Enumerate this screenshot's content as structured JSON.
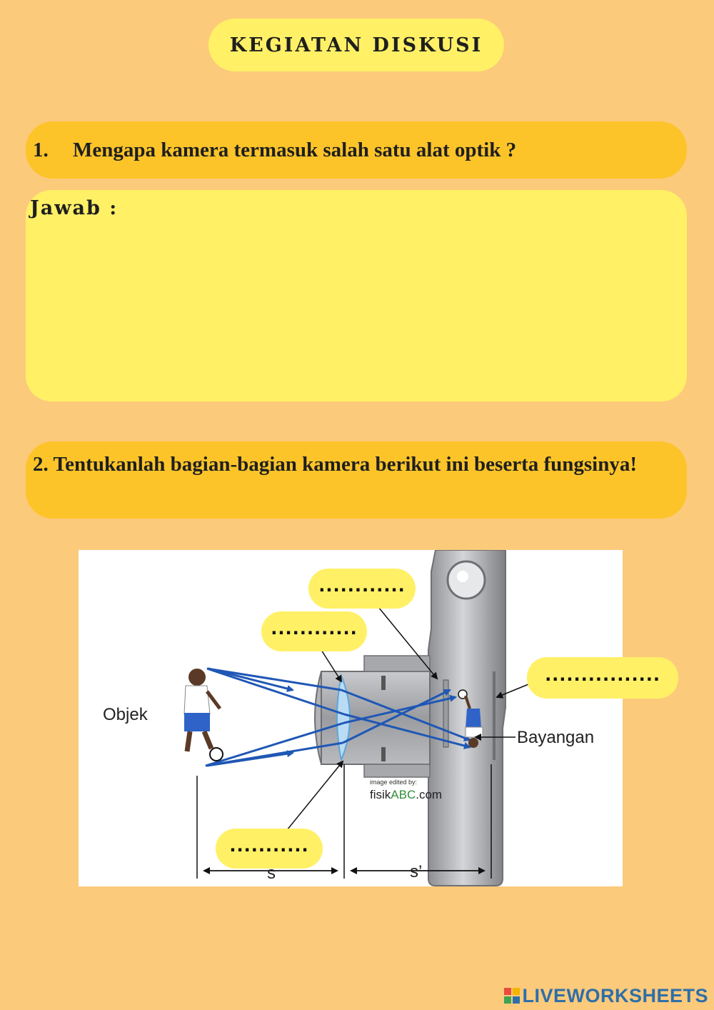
{
  "header": {
    "title": "KEGIATAN DISKUSI"
  },
  "question1": {
    "number": "1.",
    "text": "Mengapa kamera termasuk salah satu alat optik ?"
  },
  "answer": {
    "label": "Jawab :"
  },
  "question2": {
    "text": "2. Tentukanlah bagian-bagian kamera berikut ini beserta fungsinya!"
  },
  "diagram": {
    "object_label": "Objek",
    "image_label": "Bayangan",
    "s_label": "s",
    "s_prime_label": "s’",
    "credit_small": "image edited by:",
    "credit_prefix": "fisik",
    "credit_highlight": "ABC",
    "credit_suffix": ".com",
    "credit_highlight_color": "#2f8f3a",
    "ray_color": "#1f57b5",
    "blanks": {
      "top": "............",
      "middle": "............",
      "right": "................",
      "bottom": "..........."
    }
  },
  "footer": {
    "brand": "LIVEWORKSHEETS",
    "brand_color": "#2e6fa8"
  }
}
